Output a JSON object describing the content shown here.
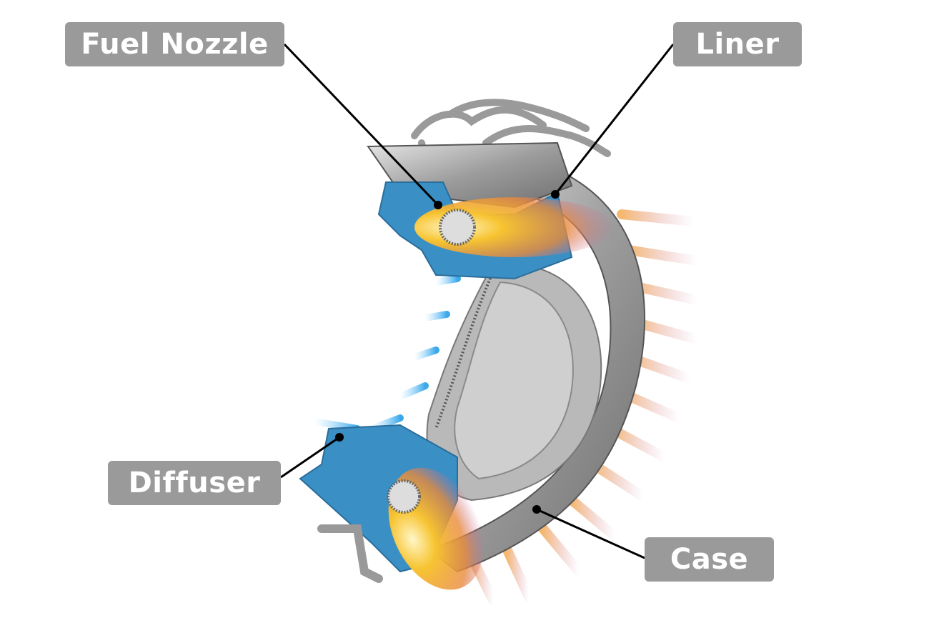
{
  "labels": {
    "fuel_nozzle": "Fuel Nozzle",
    "liner": "Liner",
    "diffuser": "Diffuser",
    "case": "Case"
  },
  "colors": {
    "label_bg": "#9a9a9a",
    "label_text": "#ffffff",
    "leader_line": "#000000",
    "section_blue": "#3a8fc4",
    "metal": "#a8a8a8",
    "flame": "#f5b021"
  }
}
